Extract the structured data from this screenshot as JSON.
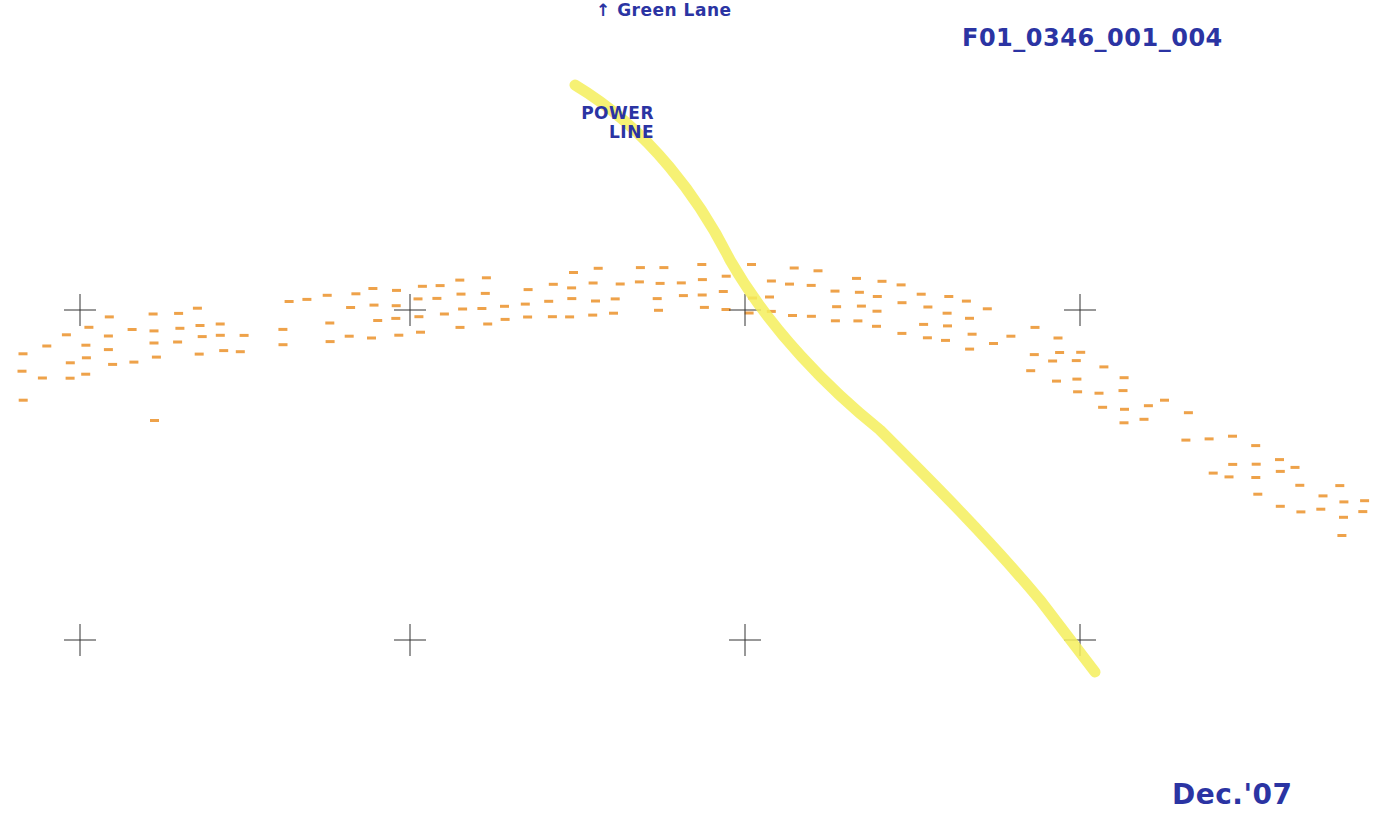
{
  "diagram": {
    "labels": [
      "↑ Green Lane",
      "POWER LINE",
      "F01_0346_001_004",
      "Dec.'07"
    ]
  }
}
